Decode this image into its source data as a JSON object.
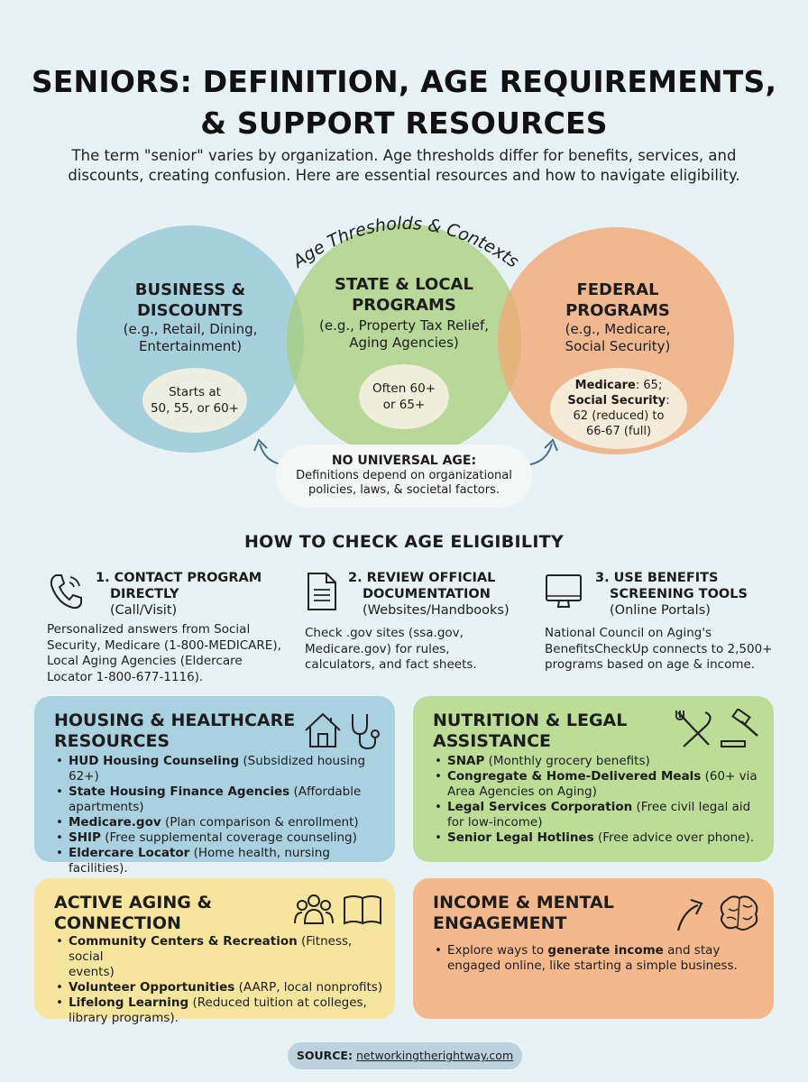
{
  "header": {
    "title_line1": "SENIORS: DEFINITION, AGE REQUIREMENTS,",
    "title_line2": "& SUPPORT RESOURCES",
    "intro_line1": "The term \"senior\" varies by organization. Age thresholds differ for benefits, services, and",
    "intro_line2": "discounts, creating confusion. Here are essential resources and how to navigate eligibility."
  },
  "venn": {
    "arc_title": "Age Thresholds & Contexts",
    "business": {
      "title_line1": "BUSINESS &",
      "title_line2": "DISCOUNTS",
      "sub_line1": "(e.g., Retail, Dining,",
      "sub_line2": "Entertainment)",
      "age_line1": "Starts at",
      "age_line2": "50, 55, or 60+"
    },
    "state": {
      "title_line1": "STATE & LOCAL",
      "title_line2": "PROGRAMS",
      "sub_line1": "(e.g., Property Tax Relief,",
      "sub_line2": "Aging Agencies)",
      "age_line1": "Often 60+",
      "age_line2": "or 65+"
    },
    "federal": {
      "title_line1": "FEDERAL",
      "title_line2": "PROGRAMS",
      "sub_line1": "(e.g., Medicare,",
      "sub_line2": "Social Security)",
      "age_bold1": "Medicare",
      "age_text1": ": 65;",
      "age_bold2": "Social Security",
      "age_text2": ":",
      "age_line3": "62 (reduced) to",
      "age_line4": "66-67 (full)"
    },
    "no_universal": {
      "heading": "NO UNIVERSAL AGE:",
      "text_line1": "Definitions depend on organizational",
      "text_line2": "policies, laws, & societal factors."
    }
  },
  "how_to": {
    "title": "HOW TO CHECK AGE ELIGIBILITY",
    "steps": [
      {
        "icon": "phone-icon",
        "head_line1": "1. CONTACT PROGRAM",
        "head_line2": "DIRECTLY",
        "sub": "(Call/Visit)",
        "body_line1": "Personalized answers from Social",
        "body_line2": "Security, Medicare (1-800-MEDICARE),",
        "body_line3": "Local Aging Agencies (Eldercare",
        "body_line4": "Locator 1-800-677-1116)."
      },
      {
        "icon": "document-icon",
        "head_line1": "2. REVIEW OFFICIAL",
        "head_line2": "DOCUMENTATION",
        "sub": "(Websites/Handbooks)",
        "body_line1": "Check .gov sites (ssa.gov,",
        "body_line2": "Medicare.gov) for rules,",
        "body_line3": "calculators, and fact sheets."
      },
      {
        "icon": "monitor-icon",
        "head_line1": "3. USE BENEFITS",
        "head_line2": "SCREENING TOOLS",
        "sub": "(Online Portals)",
        "body_line1": "National Council on Aging's",
        "body_line2": "BenefitsCheckUp connects to 2,500+",
        "body_line3": "programs based on age & income."
      }
    ]
  },
  "cards": {
    "housing": {
      "title_line1": "HOUSING & HEALTHCARE",
      "title_line2": "RESOURCES",
      "icons": [
        "house-icon",
        "stethoscope-icon"
      ],
      "items": [
        {
          "bold": "HUD Housing Counseling",
          "line1": " (Subsidized housing 62+)",
          "line2": ""
        },
        {
          "bold": "State Housing Finance Agencies",
          "line1": " (Affordable",
          "line2": "apartments)"
        },
        {
          "bold": "Medicare.gov",
          "line1": " (Plan comparison & enrollment)",
          "line2": ""
        },
        {
          "bold": "SHIP",
          "line1": " (Free supplemental coverage counseling)",
          "line2": ""
        },
        {
          "bold": "Eldercare Locator",
          "line1": " (Home health, nursing facilities).",
          "line2": ""
        }
      ]
    },
    "nutrition": {
      "title_line1": "NUTRITION & LEGAL",
      "title_line2": "ASSISTANCE",
      "icons": [
        "fork-knife-icon",
        "gavel-icon"
      ],
      "items": [
        {
          "bold": "SNAP",
          "line1": " (Monthly grocery benefits)",
          "line2": ""
        },
        {
          "bold": "Congregate & Home-Delivered Meals",
          "line1": " (60+ via",
          "line2": "Area Agencies on Aging)"
        },
        {
          "bold": "Legal Services Corporation",
          "line1": " (Free civil legal aid",
          "line2": "for low-income)"
        },
        {
          "bold": "Senior Legal Hotlines",
          "line1": " (Free advice over phone).",
          "line2": ""
        }
      ]
    },
    "active": {
      "title_line1": "ACTIVE AGING &",
      "title_line2": "CONNECTION",
      "icons": [
        "people-icon",
        "book-icon"
      ],
      "items": [
        {
          "bold": "Community Centers & Recreation",
          "line1": " (Fitness, social",
          "line2": "events)"
        },
        {
          "bold": "Volunteer Opportunities",
          "line1": " (AARP, local nonprofits)",
          "line2": ""
        },
        {
          "bold": "Lifelong Learning",
          "line1": " (Reduced tuition at colleges,",
          "line2": "library programs)."
        }
      ]
    },
    "income": {
      "title_line1": "INCOME & MENTAL",
      "title_line2": "ENGAGEMENT",
      "icons": [
        "growth-arrow-icon",
        "brain-icon"
      ],
      "text_pre": "Explore ways to ",
      "text_bold": "generate income",
      "text_post": " and stay",
      "text_line2": "engaged online, like starting a simple business."
    }
  },
  "footer": {
    "source_label": "SOURCE:",
    "source_link": "networkingtherightway.com"
  },
  "colors": {
    "background": "#e8f1f4",
    "blue": "#a9d1df",
    "green": "#bcdc98",
    "yellow": "#f6e59c",
    "orange": "#f3b98c"
  }
}
